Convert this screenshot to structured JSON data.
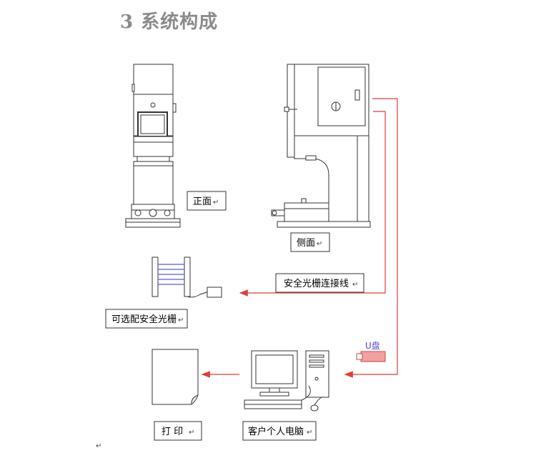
{
  "title": "3 系统构成",
  "labels": {
    "front": "正面",
    "side": "侧面",
    "light_curtain_cable": "安全光栅连接线",
    "optional_light_curtain": "可选配安全光栅",
    "print": "打 印",
    "customer_pc": "客户个人电脑",
    "usb": "U盘"
  },
  "return_mark": "↵",
  "colors": {
    "title": "#8a8a8a",
    "connector": "#e23b3b",
    "outline": "#333333"
  }
}
